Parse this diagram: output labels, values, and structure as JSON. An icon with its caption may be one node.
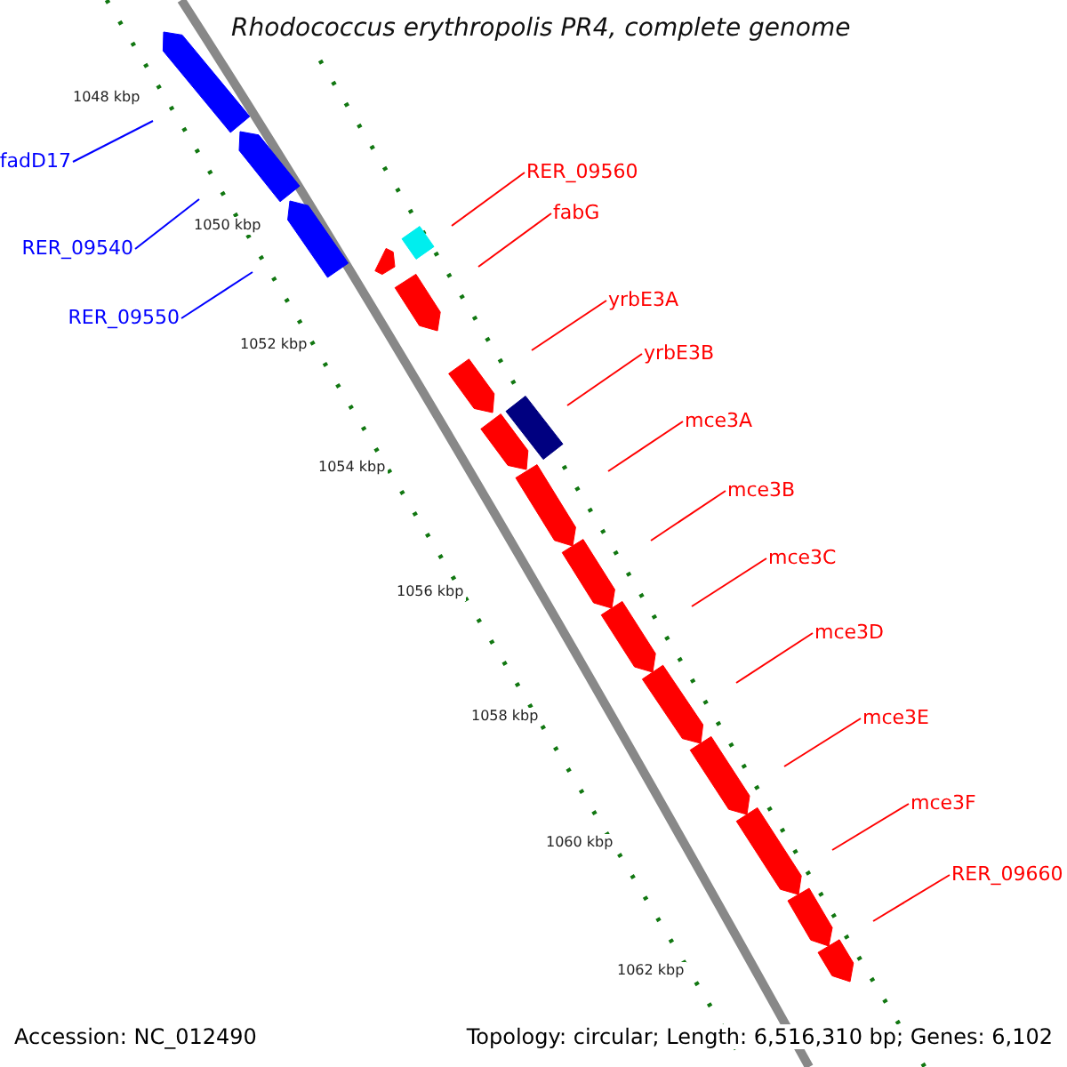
{
  "diagram": {
    "title": "Rhodococcus erythropolis PR4, complete genome",
    "nodes": [
      {
        "text": [
          "fadD17"
        ]
      },
      {
        "text": [
          "RER_09540"
        ]
      },
      {
        "text": [
          "RER_09550"
        ]
      },
      {
        "text": [
          "RER_09560"
        ]
      },
      {
        "text": [
          "fabG"
        ]
      },
      {
        "text": [
          "yrbE3A"
        ]
      },
      {
        "text": [
          "yrbE3B"
        ]
      },
      {
        "text": [
          "mce3A"
        ]
      },
      {
        "text": [
          "mce3B"
        ]
      },
      {
        "text": [
          "mce3C"
        ]
      },
      {
        "text": [
          "mce3D"
        ]
      },
      {
        "text": [
          "mce3E"
        ]
      },
      {
        "text": [
          "mce3F"
        ]
      },
      {
        "text": [
          "RER_09660"
        ]
      }
    ],
    "edges": [
      {
        "from": 0,
        "to": null,
        "arrow": "none",
        "color": "#0000ff"
      },
      {
        "from": 1,
        "to": null,
        "arrow": "none",
        "color": "#0000ff"
      },
      {
        "from": 2,
        "to": null,
        "arrow": "none",
        "color": "#0000ff"
      },
      {
        "from": 3,
        "to": null,
        "arrow": "none"
      },
      {
        "from": 4,
        "to": null,
        "arrow": "none"
      },
      {
        "from": 5,
        "to": null,
        "arrow": "none"
      },
      {
        "from": 6,
        "to": null,
        "arrow": "none"
      },
      {
        "from": 7,
        "to": null,
        "arrow": "none"
      },
      {
        "from": 8,
        "to": null,
        "arrow": "none"
      },
      {
        "from": 9,
        "to": null,
        "arrow": "none"
      },
      {
        "from": 10,
        "to": null,
        "arrow": "none"
      },
      {
        "from": 11,
        "to": null,
        "arrow": "none"
      },
      {
        "from": 12,
        "to": null,
        "arrow": "none"
      },
      {
        "from": 13,
        "to": null,
        "arrow": "none"
      }
    ],
    "labels": [
      "1048 kbp",
      "1050 kbp",
      "1052 kbp",
      "1054 kbp",
      "1056 kbp",
      "1058 kbp",
      "1060 kbp",
      "1062 kbp",
      "Accession: NC_012490",
      "Topology: circular; Length: 6,516,310 bp; Genes: 6,102"
    ]
  }
}
